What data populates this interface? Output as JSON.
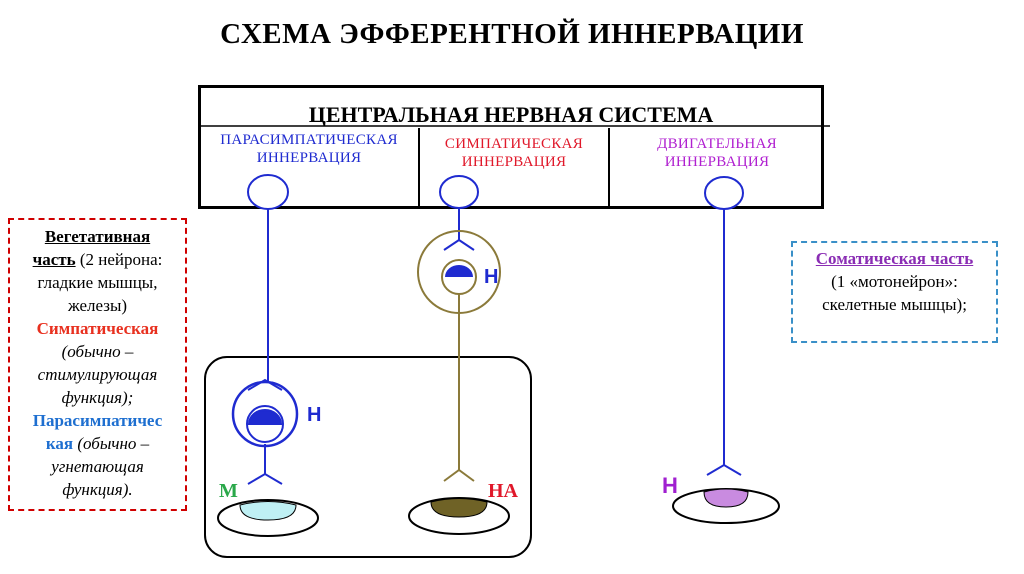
{
  "title": "СХЕМА ЭФФЕРЕНТНОЙ ИННЕРВАЦИИ",
  "cns": {
    "title": "ЦЕНТРАЛЬНАЯ НЕРВНАЯ СИСТЕМА",
    "columns": [
      {
        "line1": "ПАРАСИМПАТИЧЕСКАЯ",
        "line2": "ИННЕРВАЦИЯ",
        "color": "#1f2bd0"
      },
      {
        "line1": "СИМПАТИЧЕСКАЯ",
        "line2": "ИННЕРВАЦИЯ",
        "color": "#e0182a"
      },
      {
        "line1": "ДВИГАТЕЛЬНАЯ",
        "line2": "ИННЕРВАЦИЯ",
        "color": "#b020d0"
      }
    ]
  },
  "left_note": {
    "heading_part1": "Вегетативная",
    "heading_part2": "часть",
    "text1": "(2 нейрона:",
    "text2": "гладкие мышцы,",
    "text3": "железы)",
    "symp_label": "Симпатическая",
    "symp_desc1": "(обычно –",
    "symp_desc2": "стимулирующая",
    "symp_desc3": "функция);",
    "para_label1": "Парасимпатичес",
    "para_label2": "кая",
    "para_desc1": "(обычно –",
    "para_desc2": "угнетающая",
    "para_desc3": "функция)."
  },
  "right_note": {
    "heading": "Соматическая часть",
    "text1": "(1 «мотонейрон»:",
    "text2": "скелетные мышцы);"
  },
  "labels": {
    "n_symp_ganglion": "Н",
    "n_para_ganglion": "Н",
    "m_receptor": "М",
    "na_receptor": "НА",
    "n_somatic": "Н"
  },
  "colors": {
    "para": "#1f2bd0",
    "symp_pre": "#1f2bd0",
    "symp_post": "#8b7a3a",
    "somatic": "#1f2bd0",
    "m_receptor_fill": "#bff0f4",
    "na_receptor_fill": "#6f6226",
    "n_somatic_fill": "#c98be0"
  }
}
